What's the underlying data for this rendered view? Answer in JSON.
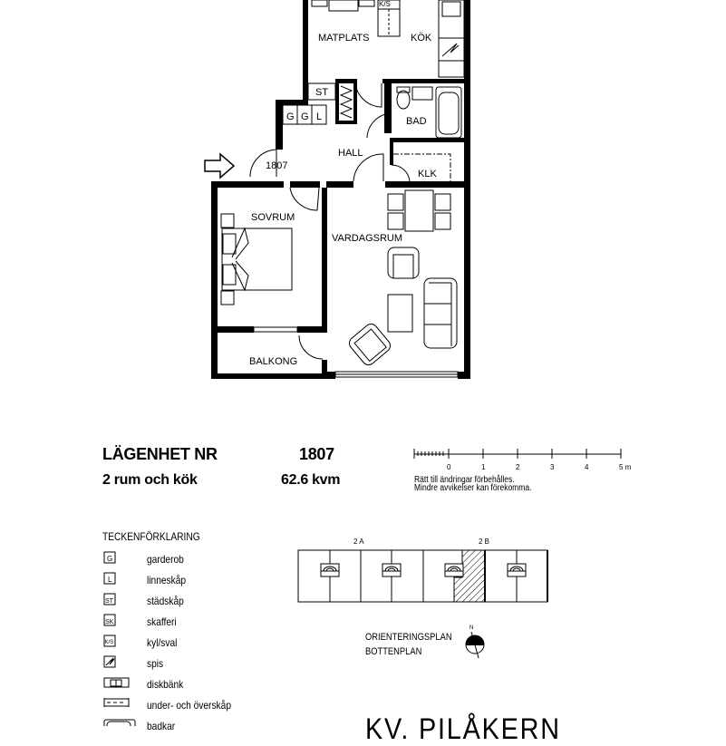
{
  "floorplan": {
    "rooms": {
      "matplats": "MATPLATS",
      "kok": "KÖK",
      "st": "ST",
      "g1": "G",
      "g2": "G",
      "l": "L",
      "bad": "BAD",
      "hall": "HALL",
      "klk": "KLK",
      "entry_number": "1807",
      "sovrum": "SOVRUM",
      "vardagsrum": "VARDAGSRUM",
      "balkong": "BALKONG",
      "ks": "K/S"
    }
  },
  "apartment": {
    "label": "LÄGENHET NR",
    "number": "1807",
    "rooms": "2 rum och kök",
    "area": "62.6 kvm"
  },
  "scale_bar": {
    "ticks": [
      "0",
      "1",
      "2",
      "3",
      "4",
      "5 m"
    ],
    "note_line1": "Rätt till ändringar förbehålles.",
    "note_line2": "Mindre avvikelser kan förekomma."
  },
  "legend": {
    "title": "TECKENFÖRKLARING",
    "items": [
      {
        "symbol": "G",
        "label": "garderob"
      },
      {
        "symbol": "L",
        "label": "linneskåp"
      },
      {
        "symbol": "ST",
        "label": "städskåp"
      },
      {
        "symbol": "SK",
        "label": "skafferi"
      },
      {
        "symbol": "K/S",
        "label": "kyl/sval"
      },
      {
        "symbol": "spis-icon",
        "label": "spis"
      },
      {
        "symbol": "diskbank-icon",
        "label": "diskbänk"
      },
      {
        "symbol": "cabinet-icon",
        "label": "under- och överskåp"
      },
      {
        "symbol": "bathtub-icon",
        "label": "badkar"
      }
    ]
  },
  "orientation": {
    "section_a": "2 A",
    "section_b": "2 B",
    "line1": "ORIENTERINGSPLAN",
    "line2": "BOTTENPLAN",
    "north": "N"
  },
  "project_title": "KV. PILÅKERN"
}
